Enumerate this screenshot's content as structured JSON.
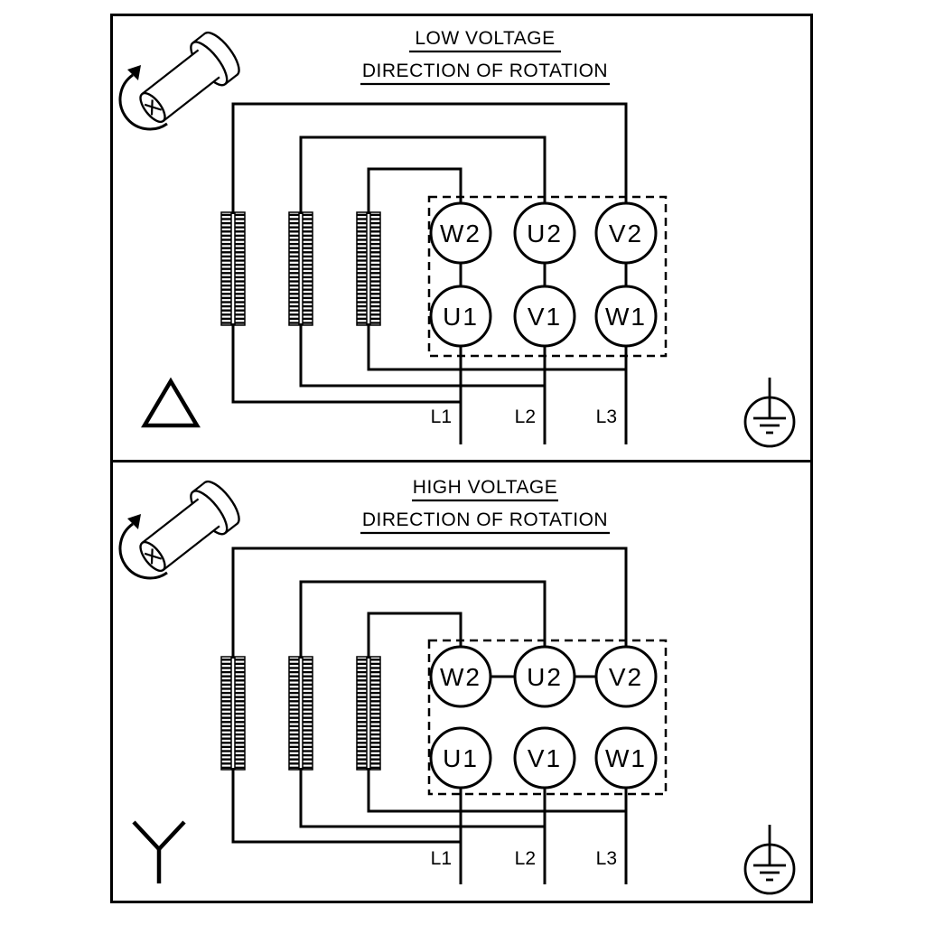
{
  "colors": {
    "ink": "#000000",
    "paper": "#ffffff"
  },
  "panels": [
    {
      "title": "LOW VOLTAGE",
      "subtitle": "DIRECTION OF ROTATION",
      "connection": "delta",
      "terminals": {
        "top": [
          "W2",
          "U2",
          "V2"
        ],
        "bottom": [
          "U1",
          "V1",
          "W1"
        ]
      },
      "leads": [
        "L1",
        "L2",
        "L3"
      ],
      "icons": [
        "rotation-shaft-icon",
        "delta-symbol",
        "earth-ground-icon"
      ]
    },
    {
      "title": "HIGH VOLTAGE",
      "subtitle": "DIRECTION OF ROTATION",
      "connection": "star",
      "terminals": {
        "top": [
          "W2",
          "U2",
          "V2"
        ],
        "bottom": [
          "U1",
          "V1",
          "W1"
        ]
      },
      "leads": [
        "L1",
        "L2",
        "L3"
      ],
      "icons": [
        "rotation-shaft-icon",
        "star-symbol",
        "earth-ground-icon"
      ]
    }
  ]
}
